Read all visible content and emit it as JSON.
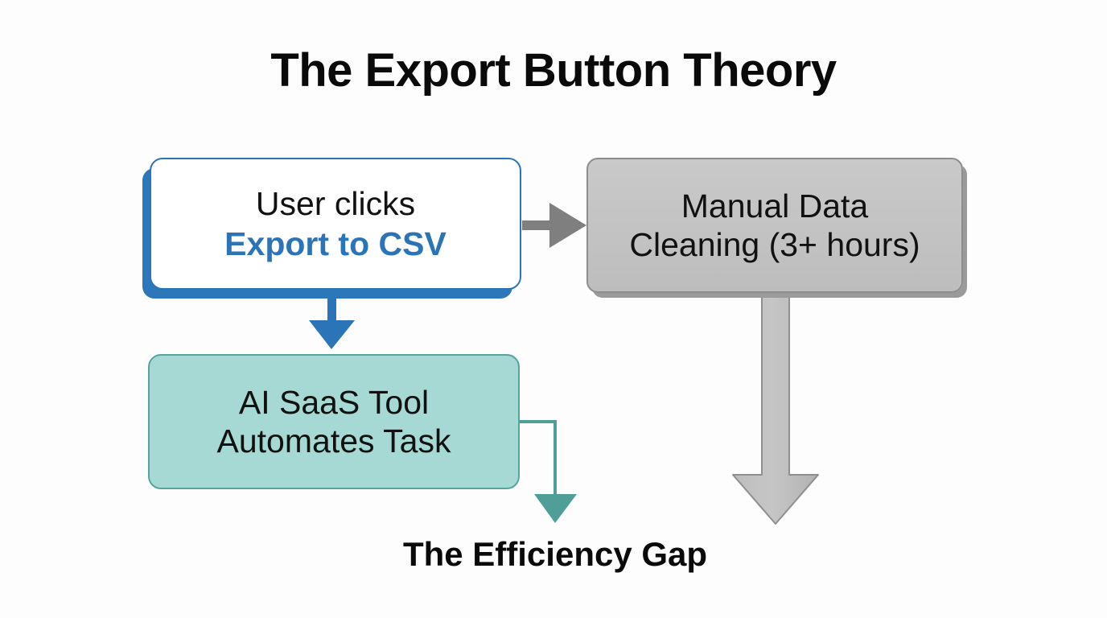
{
  "title": "The Export Button Theory",
  "nodes": {
    "user_clicks": {
      "line1": "User clicks",
      "line2": "Export to CSV"
    },
    "manual_cleaning": {
      "line1": "Manual Data",
      "line2": "Cleaning (3+ hours)"
    },
    "ai_tool": {
      "line1": "AI SaaS Tool",
      "line2": "Automates Task"
    }
  },
  "caption": "The Efficiency Gap",
  "colors": {
    "accent_blue": "#2b74b8",
    "node_gray_fill": "#c3c3c3",
    "node_gray_border": "#8d8d8d",
    "node_teal_fill": "#a6d9d3",
    "node_teal_border": "#56a59d",
    "arrow_gray": "#7f7f7f",
    "text_black": "#111111",
    "background": "#fdfdfd"
  },
  "connectors": [
    {
      "name": "user-clicks-to-manual-cleaning",
      "from": "user_clicks",
      "to": "manual_cleaning",
      "style": "straight-right",
      "color": "#7f7f7f"
    },
    {
      "name": "user-clicks-to-ai-tool",
      "from": "user_clicks",
      "to": "ai_tool",
      "style": "straight-down",
      "color": "#2b74b8"
    },
    {
      "name": "manual-cleaning-to-efficiency-gap",
      "from": "manual_cleaning",
      "to": "caption",
      "style": "block-arrow-down",
      "color": "#b3b3b3"
    },
    {
      "name": "ai-tool-to-efficiency-gap",
      "from": "ai_tool",
      "to": "caption",
      "style": "elbow-down",
      "color": "#4f9e98"
    }
  ]
}
